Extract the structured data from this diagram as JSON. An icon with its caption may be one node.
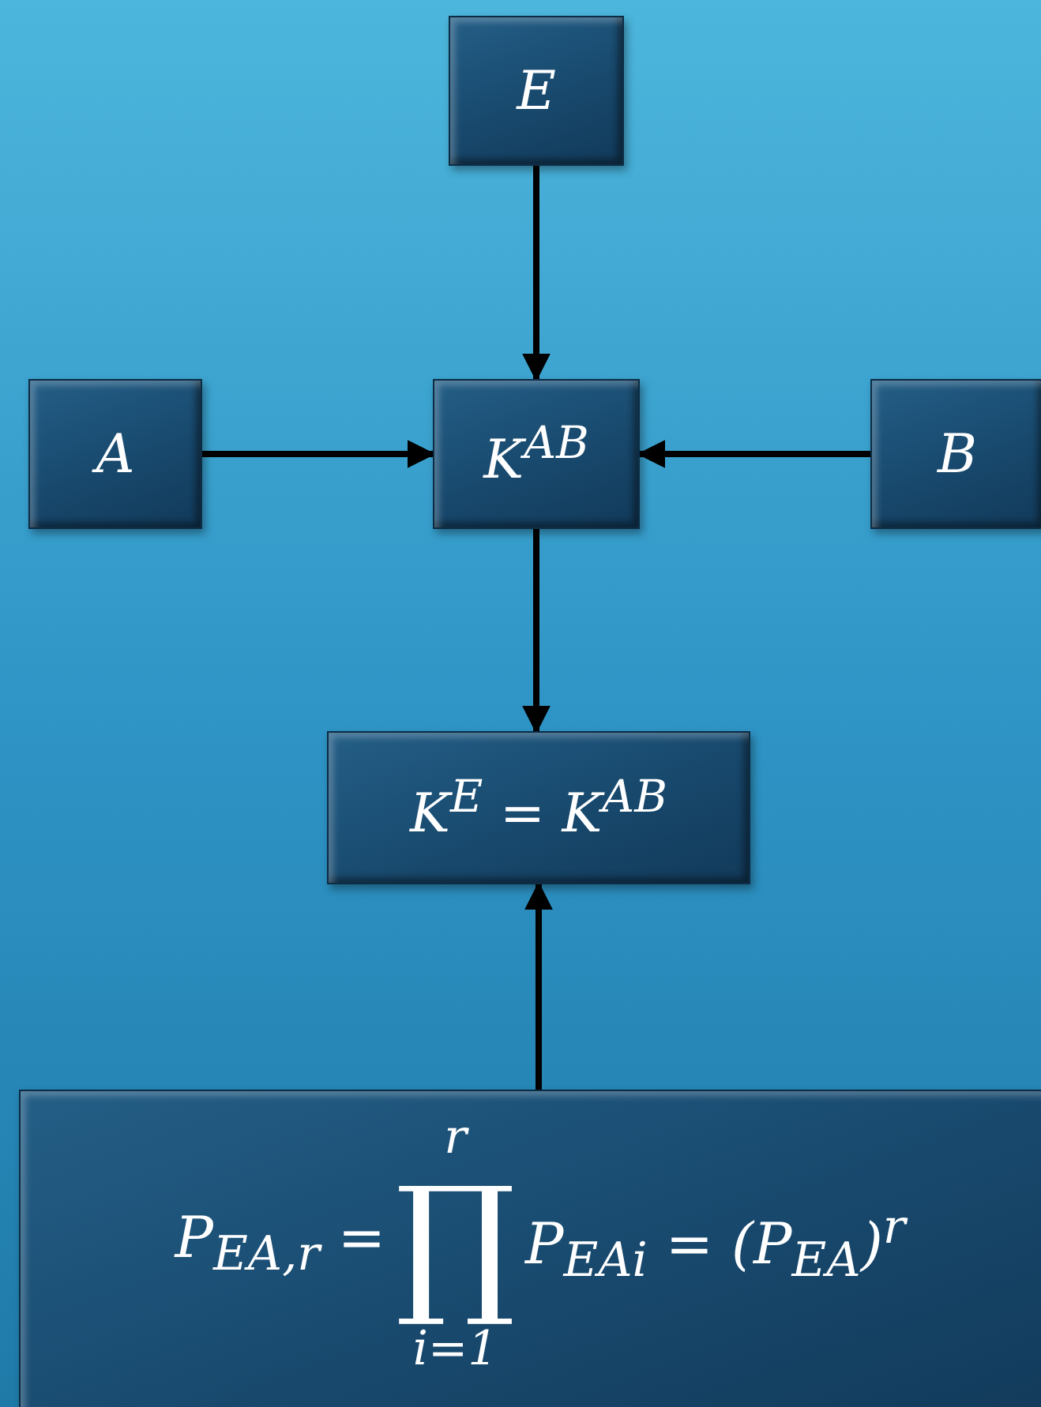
{
  "diagram": {
    "nodes": [
      {
        "text": [
          "E"
        ]
      },
      {
        "text": [
          "A"
        ]
      },
      {
        "text": [
          "K$^{AB}$"
        ]
      },
      {
        "text": [
          "B"
        ]
      },
      {
        "text": [
          "K$^{E}$ = K$^{AB}$"
        ]
      },
      {
        "text": [
          "P$_{EA,r}$ =",
          "r",
          "∏",
          "i=1",
          "P$_{EAi}$ = (P$_{EA}$)$^{r}$"
        ]
      }
    ],
    "edges": [
      {
        "from": 0,
        "to": 2,
        "arrow": "to"
      },
      {
        "from": 1,
        "to": 2,
        "arrow": "to"
      },
      {
        "from": 3,
        "to": 2,
        "arrow": "to"
      },
      {
        "from": 2,
        "to": 4,
        "arrow": "to"
      },
      {
        "from": 5,
        "to": 4,
        "arrow": "to"
      }
    ]
  }
}
